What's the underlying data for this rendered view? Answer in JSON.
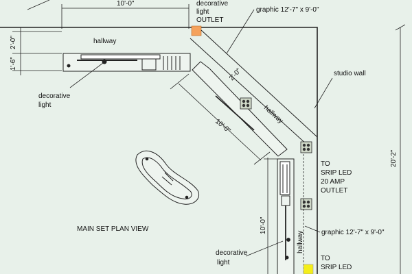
{
  "labels": {
    "dim_top": "10'-0\"",
    "decorative_light_outlet_1": "decorative",
    "decorative_light_outlet_2": "light",
    "decorative_light_outlet_3": "OUTLET",
    "graphic_top": "graphic 12'-7\" x 9'-0\"",
    "hallway_top": "hallway",
    "dim_2_0_left": "2'-0\"",
    "dim_1_6_left": "1'-6\"",
    "dim_2_0_diag": "2'-0\"",
    "studio_wall": "studio wall",
    "decorative_light_left_1": "decorative",
    "decorative_light_left_2": "light",
    "hallway_diag": "hallway",
    "dim_10_0_diag": "10'-0\"",
    "dim_20_2": "20'-2\"",
    "to_strip_1": "TO",
    "to_strip_2": "SRIP LED",
    "to_strip_3": "20 AMP",
    "to_strip_4": "OUTLET",
    "main_set_plan_view": "MAIN SET PLAN VIEW",
    "dim_10_0_vert": "10'-0\"",
    "hallway_vert": "hallway",
    "graphic_right": "graphic 12'-7\" x 9'-0\"",
    "decorative_light_bottom_1": "decorative",
    "decorative_light_bottom_2": "light",
    "to_strip_b1": "TO",
    "to_strip_b2": "SRIP LED"
  },
  "colors": {
    "background": "#e8f1ea",
    "line": "#222222",
    "outlet_orange": "#f5a25c",
    "outlet_yellow": "#f4ee1a"
  }
}
